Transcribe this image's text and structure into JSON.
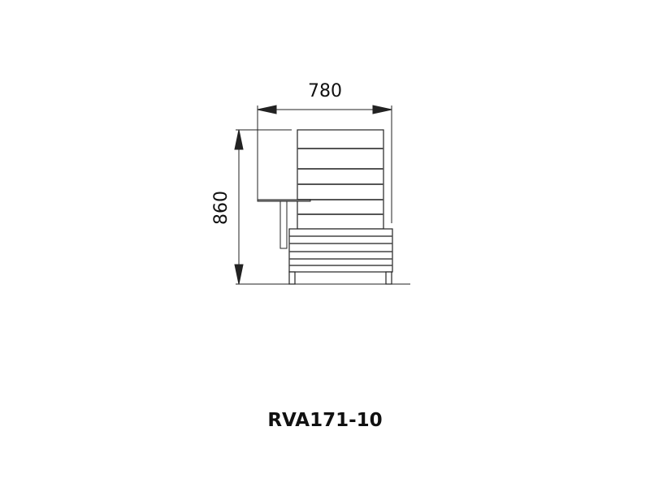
{
  "drawing": {
    "width_dimension": "780",
    "height_dimension": "860",
    "model_code": "RVA171-10",
    "line_color": "#222222",
    "slat_color": "#888888"
  }
}
